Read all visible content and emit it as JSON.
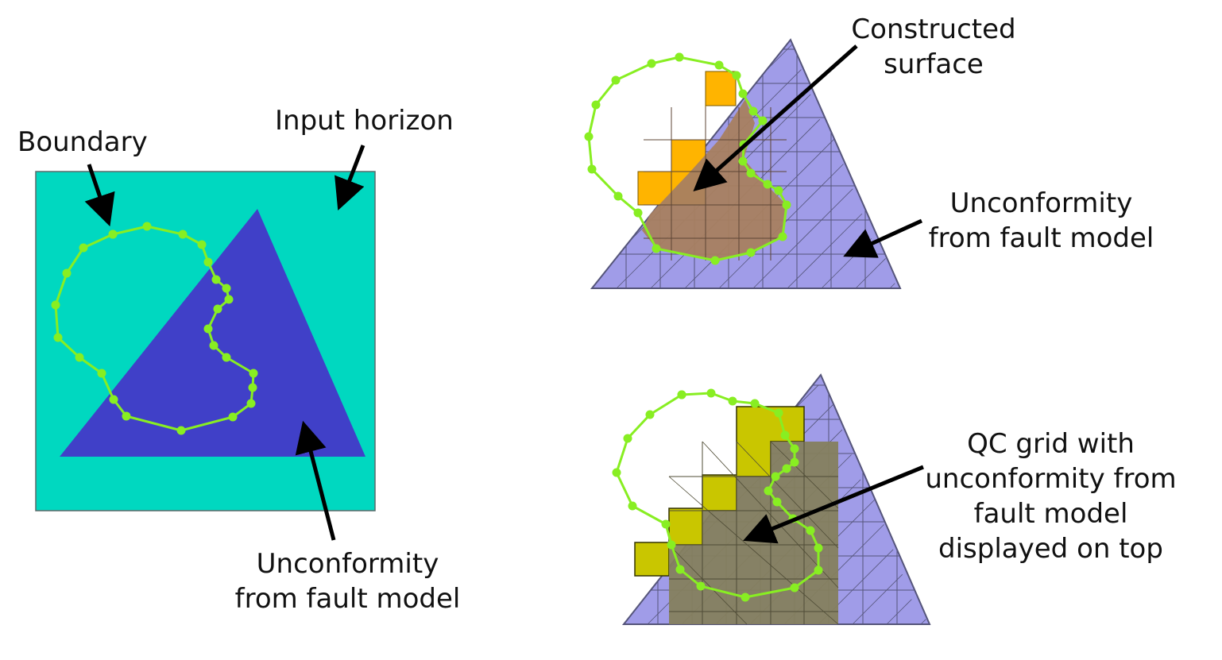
{
  "labels": {
    "boundary": "Boundary",
    "input_horizon": "Input horizon",
    "unconformity_left": [
      "Unconformity",
      "from fault model"
    ],
    "constructed_surface": [
      "Constructed",
      "surface"
    ],
    "unconformity_right": [
      "Unconformity",
      "from fault model"
    ],
    "qc_grid": [
      "QC grid with",
      "unconformity from",
      "fault model",
      "displayed on top"
    ]
  },
  "colors": {
    "horizon": "#00d8c0",
    "fault_triangle": "#4040c8",
    "triangle_mesh_fill": "#a09ce8",
    "mesh_line": "#55557a",
    "boundary": "#88ee22",
    "constructed_orange": "#ffb400",
    "constructed_brown": "#a87f60",
    "qc_yellow": "#c9c600",
    "qc_olive": "#85805e",
    "arrow": "#000000"
  }
}
